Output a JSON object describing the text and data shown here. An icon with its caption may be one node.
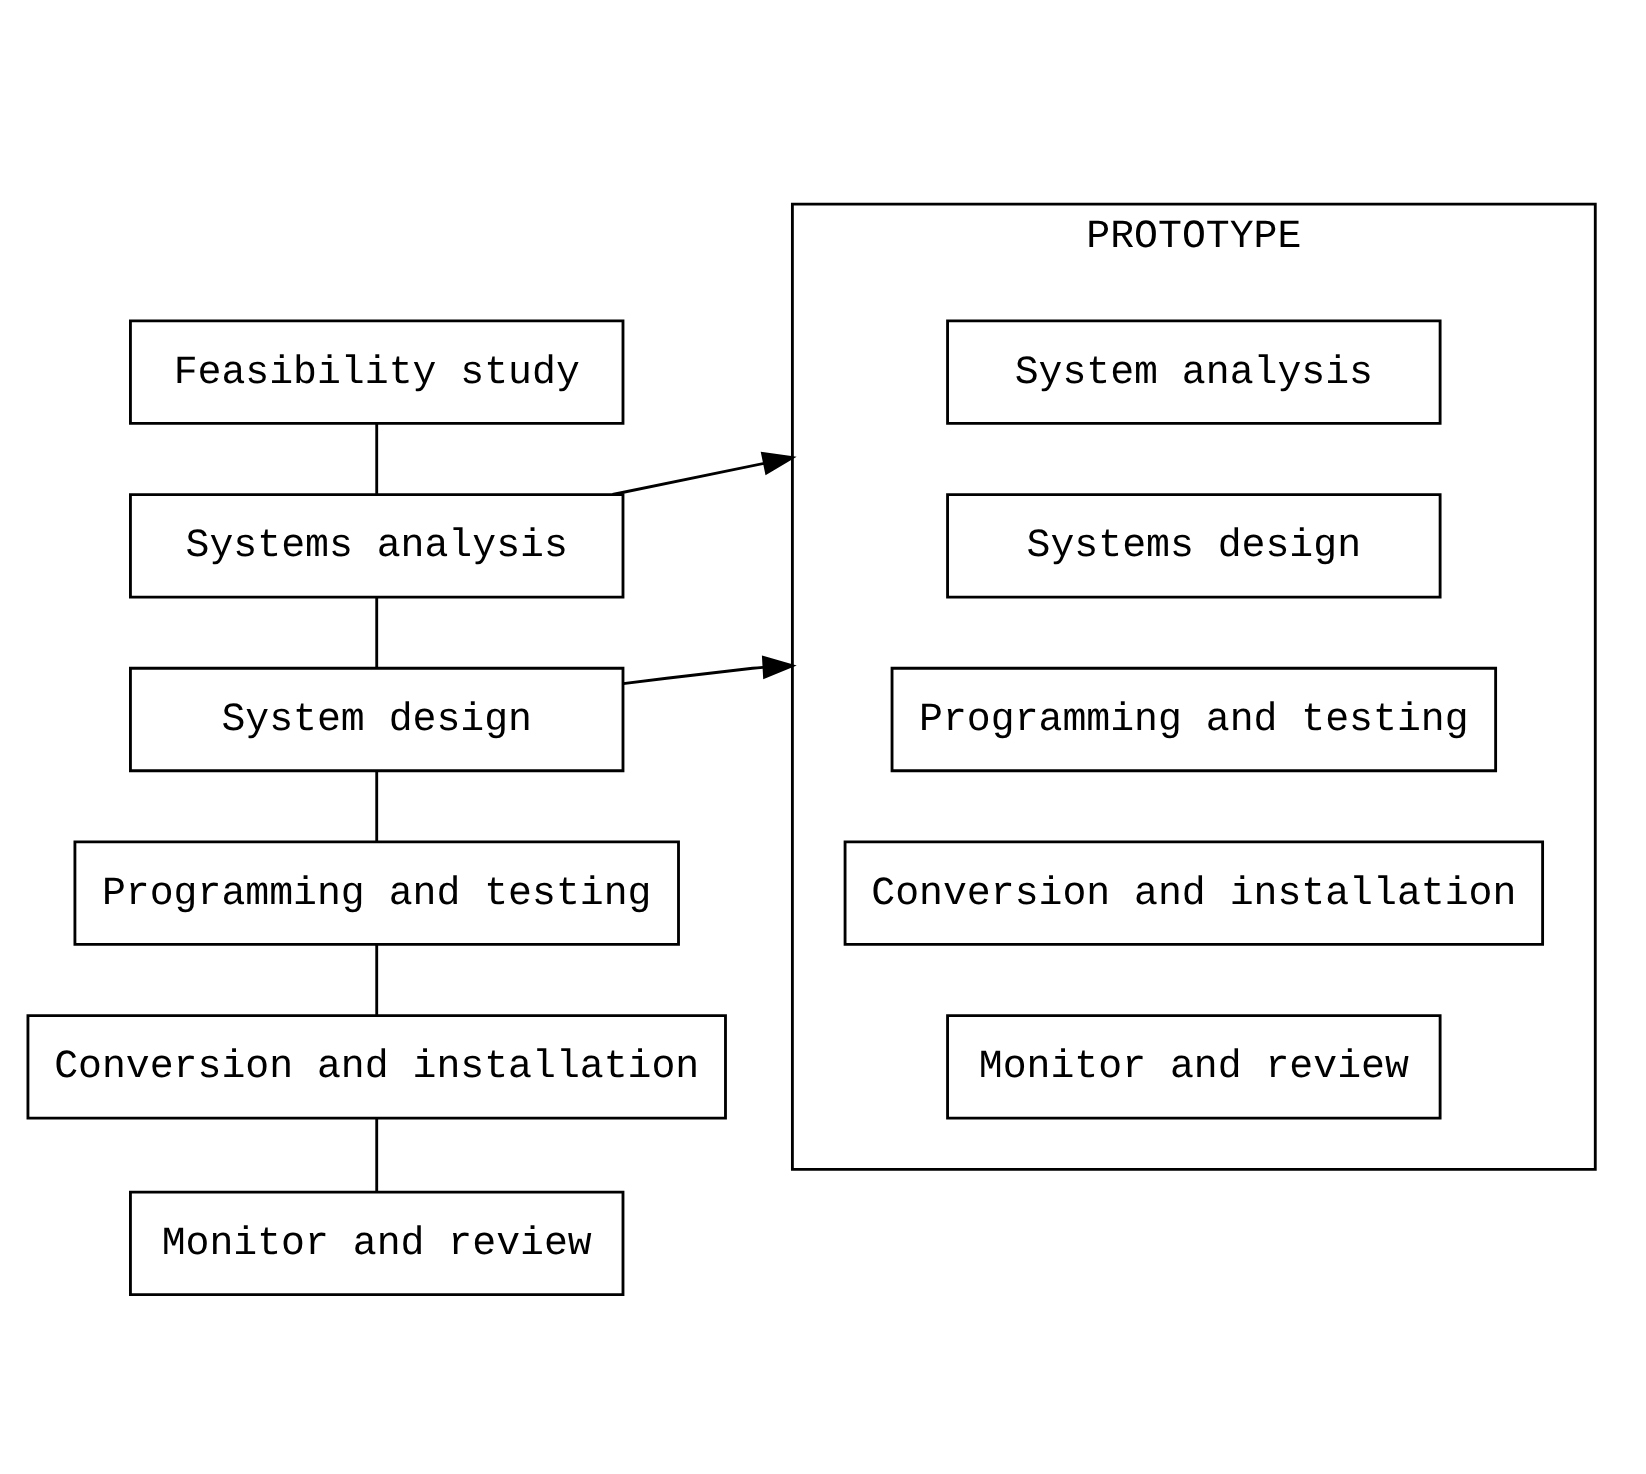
{
  "diagram": {
    "nodes": [
      {
        "text": [
          "Feasibility study"
        ]
      },
      {
        "text": [
          "Systems analysis"
        ]
      },
      {
        "text": [
          "System design"
        ]
      },
      {
        "text": [
          "Programming and testing"
        ]
      },
      {
        "text": [
          "Conversion and installation"
        ]
      },
      {
        "text": [
          "Monitor and review"
        ]
      },
      {
        "text": [
          "PROTOTYPE"
        ]
      },
      {
        "text": [
          "System analysis"
        ],
        "in": 6
      },
      {
        "text": [
          "Systems design"
        ],
        "in": 6
      },
      {
        "text": [
          "Programming and testing"
        ],
        "in": 6
      },
      {
        "text": [
          "Conversion and installation"
        ],
        "in": 6
      },
      {
        "text": [
          "Monitor and review"
        ],
        "in": 6
      }
    ],
    "edges": [
      {
        "from": 0,
        "to": 1,
        "arrow": "none"
      },
      {
        "from": 1,
        "to": 2,
        "arrow": "none"
      },
      {
        "from": 2,
        "to": 3,
        "arrow": "none"
      },
      {
        "from": 3,
        "to": 4,
        "arrow": "none"
      },
      {
        "from": 4,
        "to": 5,
        "arrow": "none"
      },
      {
        "from": 1,
        "to": 6,
        "arrow": "to"
      },
      {
        "from": 2,
        "to": 6,
        "arrow": "to"
      }
    ]
  }
}
